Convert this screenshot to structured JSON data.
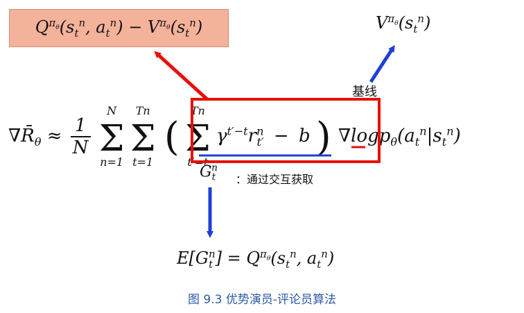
{
  "top_left": {
    "text": "Q^{πθ}(s_t^n, a_t^n) − V^{πθ}(s_t^n)"
  },
  "top_right": {
    "text": "V^{πθ}(s_t^n)"
  },
  "baseline_label": "基线",
  "formula": {
    "lhs": "∇R̄θ ≈",
    "frac_num": "1",
    "frac_den": "N",
    "sum1_top": "N",
    "sum1_bottom": "n=1",
    "sum2_top": "Tn",
    "sum2_bottom": "t=1",
    "inner_sum_top": "Tn",
    "inner_sum_bottom": "t′=t",
    "inner_term": "γ^{t′−t} r_{t′}^n",
    "minus": "−",
    "baseline": "b",
    "rhs": "∇logpθ(a_t^n|s_t^n)"
  },
  "gt": {
    "symbol": "G_t^n",
    "colon": "：",
    "desc": "通过交互获取"
  },
  "expectation": "E[G_t^n] = Q^{πθ}(s_t^n, a_t^n)",
  "caption": "图 9.3 优势演员-评论员算法",
  "colors": {
    "red": "#e8100a",
    "blue": "#1e3fd6",
    "box_fill": "#f5b29a",
    "caption": "#2b5aa8"
  }
}
